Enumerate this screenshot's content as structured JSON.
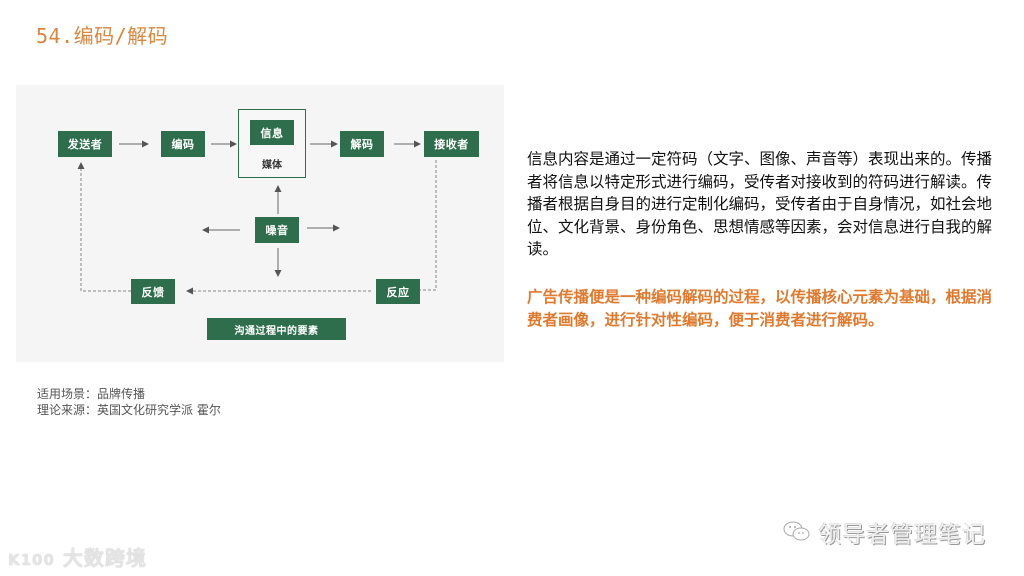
{
  "title": "54.编码/解码",
  "diagram": {
    "nodes": {
      "sender": "发送者",
      "encode": "编码",
      "message": "信息",
      "media": "媒体",
      "decode": "解码",
      "receiver": "接收者",
      "noise": "噪音",
      "feedback": "反馈",
      "response": "反应",
      "caption": "沟通过程中的要素"
    },
    "colors": {
      "node_fill": "#2f6e4d",
      "panel_bg": "#f5f5f5",
      "arrow": "#555555"
    }
  },
  "description": {
    "paragraph": "信息内容是通过一定符码（文字、图像、声音等）表现出来的。传播者将信息以特定形式进行编码，受传者对接收到的符码进行解读。传播者根据自身目的进行定制化编码，受传者由于自身情况，如社会地位、文化背景、身份角色、思想情感等因素，会对信息进行自我的解读。",
    "highlight": "广告传播便是一种编码解码的过程，以传播核心元素为基础，根据消费者画像，进行针对性编码，便于消费者进行解码。",
    "highlight_color": "#e07a2e"
  },
  "source": {
    "scenario": "适用场景：品牌传播",
    "origin": "理论来源：英国文化研究学派  霍尔"
  },
  "watermarks": {
    "left": "大数跨境",
    "left_logo": "K100",
    "right": "领导者管理笔记"
  }
}
